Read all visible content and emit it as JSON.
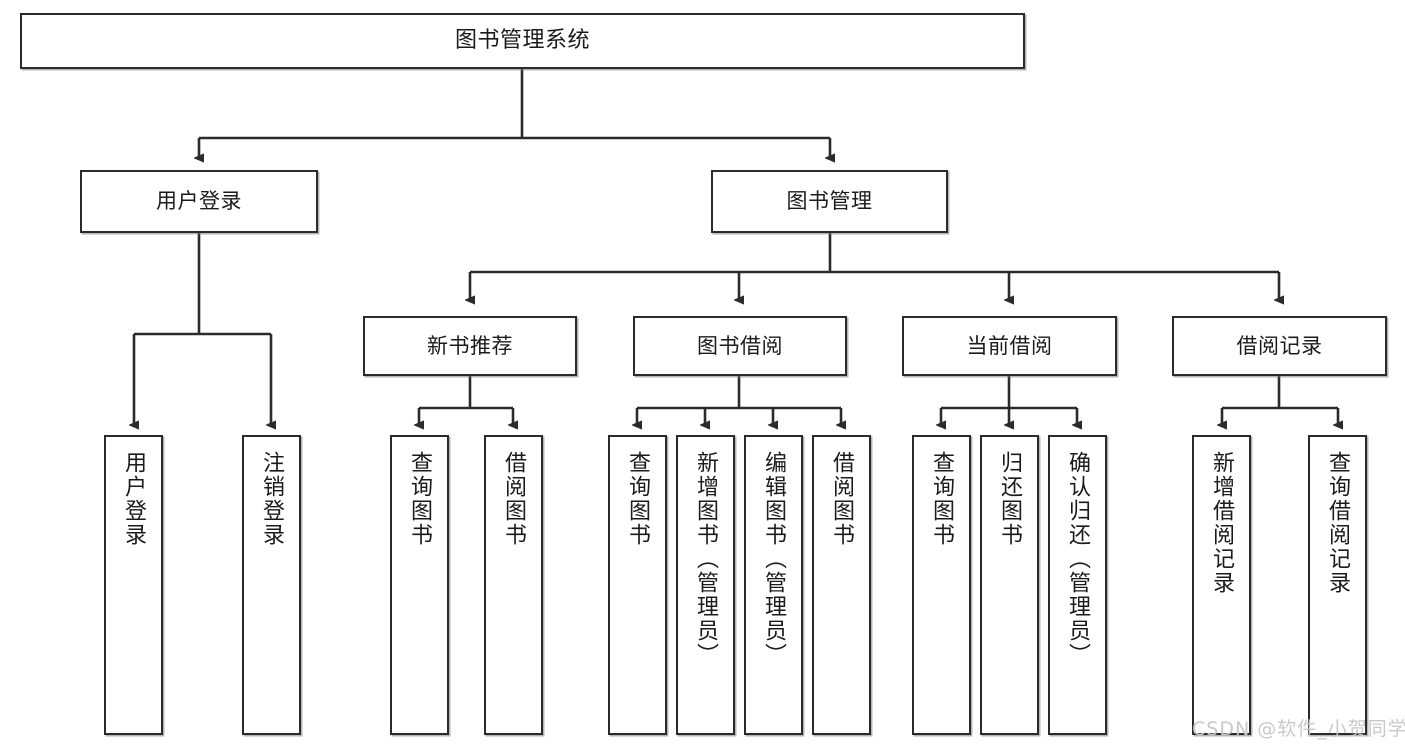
{
  "diagram": {
    "type": "tree-hierarchy",
    "title": "图书管理系统",
    "colors": {
      "box_border": "#2b2b2b",
      "box_fill": "#ffffff",
      "edge": "#2b2b2b",
      "text": "#1b1b1b",
      "watermark": "#c9c9c9",
      "canvas": "#ffffff"
    },
    "root": {
      "label": "图书管理系统"
    },
    "level1": [
      {
        "label": "用户登录"
      },
      {
        "label": "图书管理"
      }
    ],
    "level2": [
      {
        "label": "新书推荐"
      },
      {
        "label": "图书借阅"
      },
      {
        "label": "当前借阅"
      },
      {
        "label": "借阅记录"
      }
    ],
    "leaves": {
      "user_login": [
        {
          "label": "用户登录"
        },
        {
          "label": "注销登录"
        }
      ],
      "new_book_recommend": [
        {
          "label": "查询图书"
        },
        {
          "label": "借阅图书"
        }
      ],
      "book_borrow": [
        {
          "label": "查询图书"
        },
        {
          "label": "新增图书（管理员）"
        },
        {
          "label": "编辑图书（管理员）"
        },
        {
          "label": "借阅图书"
        }
      ],
      "current_borrow": [
        {
          "label": "查询图书"
        },
        {
          "label": "归还图书"
        },
        {
          "label": "确认归还（管理员）"
        }
      ],
      "borrow_record": [
        {
          "label": "新增借阅记录"
        },
        {
          "label": "查询借阅记录"
        }
      ]
    },
    "watermark": "CSDN @软件_小贺同学"
  }
}
